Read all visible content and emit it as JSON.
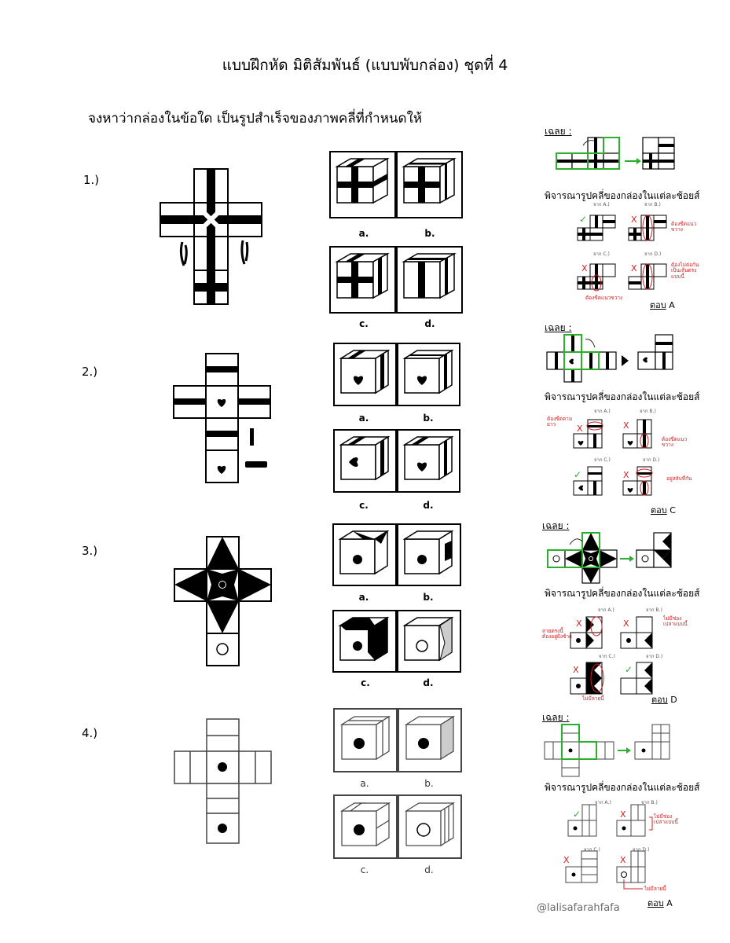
{
  "page": {
    "title": "แบบฝึกหัด มิติสัมพันธ์ (แบบพับกล่อง) ชุดที่ 4",
    "instruction": "จงหาว่ากล่องในข้อใด เป็นรูปสำเร็จของภาพคลี่ที่กำหนดให้",
    "watermark": "@lalisafarahfafa"
  },
  "questions": [
    {
      "number": "1.)",
      "options": [
        "a.",
        "b.",
        "c.",
        "d."
      ]
    },
    {
      "number": "2.)",
      "options": [
        "a.",
        "b.",
        "c.",
        "d."
      ]
    },
    {
      "number": "3.)",
      "options": [
        "a.",
        "b.",
        "c.",
        "d."
      ]
    },
    {
      "number": "4.)",
      "options": [
        "a.",
        "b.",
        "c.",
        "d."
      ]
    }
  ],
  "solutions": [
    {
      "heading": "เฉลย :",
      "consider": "พิจารณารูปคลี่ของกล่องในแต่ละช้อยส์",
      "from": [
        "จาก A.)",
        "จาก B.)",
        "จาก C.)",
        "จาก D.)"
      ],
      "notes": [
        "ต้องขีดแนวขวาง",
        "ต้องไม่ต่อกันเป็นเส้นตรงแบบนี้",
        "ต้องขีดแนวขวาง"
      ],
      "answer_prefix": "ตอบ",
      "answer": "A"
    },
    {
      "heading": "เฉลย :",
      "consider": "พิจารณารูปคลี่ของกล่องในแต่ละช้อยส์",
      "from": [
        "จาก A.)",
        "จาก B.)",
        "จาก C.)",
        "จาก D.)"
      ],
      "notes": [
        "ต้องขีดตามยาว",
        "ต้องขีดแนวขวาง",
        "อยู่สลับที่กัน"
      ],
      "answer_prefix": "ตอบ",
      "answer": "C"
    },
    {
      "heading": "เฉลย :",
      "consider": "พิจารณารูปคลี่ของกล่องในแต่ละช้อยส์",
      "from": [
        "จาก A.)",
        "จาก B.)",
        "จาก C.)",
        "จาก D.)"
      ],
      "notes": [
        "ลายตรงนี้ต้องอยู่ฝั่งซ้าย",
        "ไม่มีช่องเปล่าแบบนี้",
        "ไม่มีลายนี้"
      ],
      "answer_prefix": "ตอบ",
      "answer": "D"
    },
    {
      "heading": "เฉลย :",
      "consider": "พิจารณารูปคลี่ของกล่องในแต่ละช้อยส์",
      "from": [
        "จาก A.)",
        "จาก B.)",
        "จาก C.)",
        "จาก D.)"
      ],
      "notes": [
        "ไม่มีช่องเปล่าแบบนี้",
        "ไม่มีลายนี้"
      ],
      "answer_prefix": "ตอบ",
      "answer": "A"
    }
  ]
}
